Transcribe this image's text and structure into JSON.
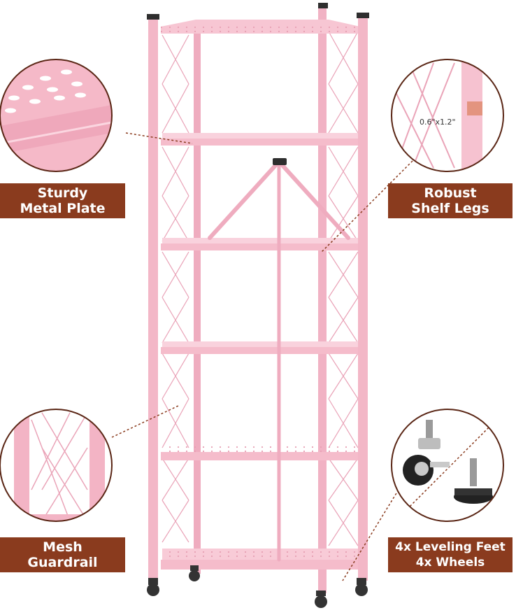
{
  "features": [
    {
      "line1": "Sturdy",
      "line2": "Metal Plate"
    },
    {
      "line1": "Robust",
      "line2": "Shelf Legs"
    },
    {
      "line1": "Mesh",
      "line2": "Guardrail"
    },
    {
      "line1": "4x Leveling Feet",
      "line2": "4x Wheels"
    }
  ],
  "leg_dimension": "0.6\"x1.2\"",
  "colors": {
    "frame": "#f4b8c8",
    "label_bg": "#8a3b1e",
    "label_text": "#ffffff",
    "leader": "#8a3b1e"
  },
  "icons": [
    "wheel-caster-icon",
    "leveling-foot-icon"
  ]
}
